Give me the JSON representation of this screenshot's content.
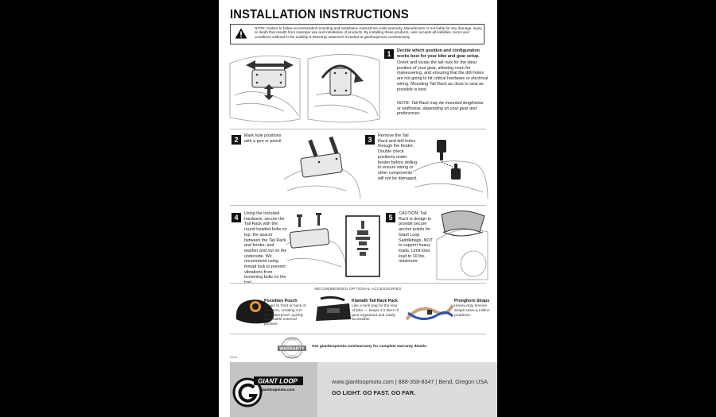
{
  "title": "INSTALLATION INSTRUCTIONS",
  "note": "NOTE: Failure to follow recommended mounting and installation instructions voids warranty. Manufacturer is not liable for any damage, injury or death that results from improper use and installation of products. By installing these products, user accepts all liabilities, terms and conditions outlined in the Liability & Warranty statement included at giantloopmoto.com/warranty.",
  "steps": [
    {
      "num": "1",
      "heading": "Decide which position and configuration works best for your bike and gear setup.",
      "body": "Orient and locate the tail rack for the ideal position of your gear, allowing room for maneuvering, and ensuring that the drill holes are not going to hit critical hardware or electrical wiring. Mounting Tail Rack as close to seat as possible is best.",
      "note": "NOTE: Tail Rack may be mounted lengthwise or widthwise, depending on your gear and preferences."
    },
    {
      "num": "2",
      "body": "Mark hole positions with a pen or pencil."
    },
    {
      "num": "3",
      "body": "Remove the Tail Rack and drill holes through the fender. Double check positions under fender before drilling to ensure wiring or other components will not be damaged."
    },
    {
      "num": "4",
      "body": "Using the included hardware, secure the Tail Rack with the round headed bolts on top, the spacer between the Tail Rack and fender, and washer and nut on the underside. We recommend using thread lock to prevent vibrations from loosening bolts on the trail."
    },
    {
      "num": "5",
      "body": "CAUTION: Tail Rack is design to provide secure anchor points for Giant Loop Saddlebags, NOT to support heavy loads. Limit total load to 10 lbs. maximum."
    }
  ],
  "accessories": {
    "title": "RECOMMENDED OPTIONAL ACCESSORIES",
    "items": [
      {
        "name": "Possibles Pouch",
        "desc": "Straps to front or back of Panniers, creating 3.5-liter waterproof, quickly accessible external pockets."
      },
      {
        "name": "Klamath Tail Rack Pack",
        "desc": "Like a tank bag for the rear of bike — keeps 4.0 liters of gear organized and easily accessible."
      },
      {
        "name": "Pronghorn Straps",
        "desc": "Heavy-duty tension straps solve a million problems."
      }
    ]
  },
  "warranty": {
    "badge": "WARRANTY",
    "ring_top": "LIMITED",
    "ring_bottom": "LIFETIME",
    "text": "See giantloopmoto.com/warranty for complete warranty details."
  },
  "doc_code": "0418",
  "footer": {
    "logo_text": "GIANT LOOP",
    "logo_url": "giantloopmoto.com",
    "contact": "www.giantloopmoto.com  |  888-358-8347  |  Bend, Oregon USA",
    "slogan": "GO LIGHT. GO FAST. GO FAR."
  },
  "colors": {
    "page_bg": "#000000",
    "sheet": "#ffffff",
    "footer_light": "#dcdcdc",
    "footer_dark": "#c4c4c4",
    "accent_orange": "#e8962a",
    "strap_blue": "#2a4fb0"
  },
  "icons": [
    "warning-icon",
    "arrows-icon",
    "pen-icon",
    "drill-icon",
    "bolt-icon",
    "warranty-badge-icon",
    "giant-loop-logo"
  ]
}
